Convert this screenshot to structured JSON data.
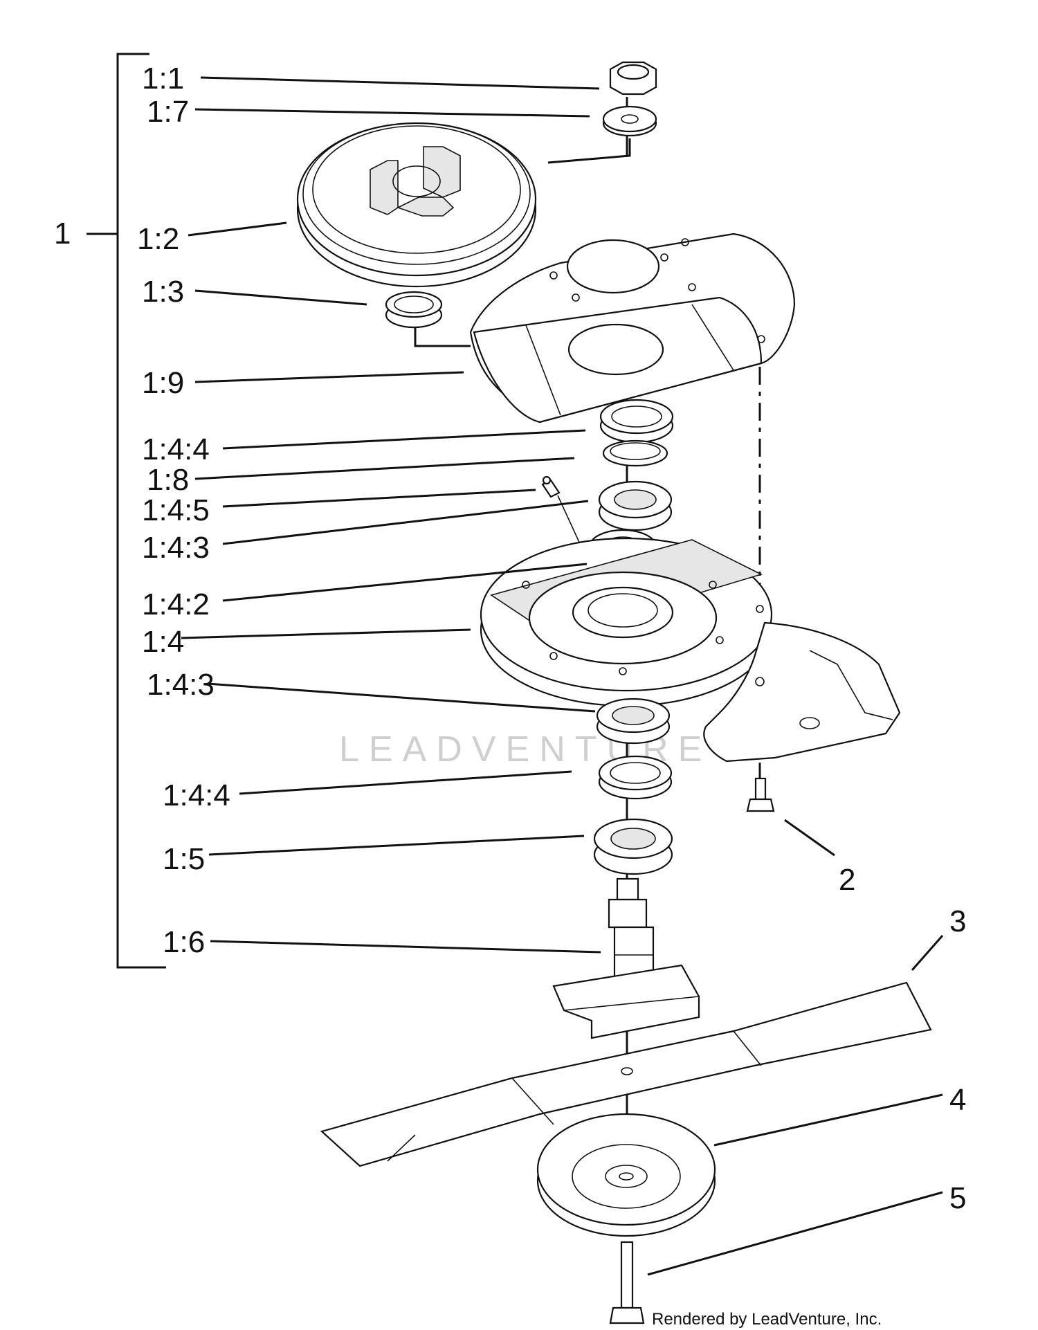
{
  "callouts": {
    "main": "1",
    "c1_1": "1:1",
    "c1_7": "1:7",
    "c1_2": "1:2",
    "c1_3": "1:3",
    "c1_9": "1:9",
    "c1_4_4_top": "1:4:4",
    "c1_8": "1:8",
    "c1_4_5": "1:4:5",
    "c1_4_3_top": "1:4:3",
    "c1_4_2": "1:4:2",
    "c1_4": "1:4",
    "c1_4_3_bottom": "1:4:3",
    "c1_4_4_bottom": "1:4:4",
    "c1_5": "1:5",
    "c1_6": "1:6",
    "c2": "2",
    "c3": "3",
    "c4": "4",
    "c5": "5"
  },
  "watermark": "LEADVENTURE",
  "credit": "Rendered by LeadVenture, Inc."
}
